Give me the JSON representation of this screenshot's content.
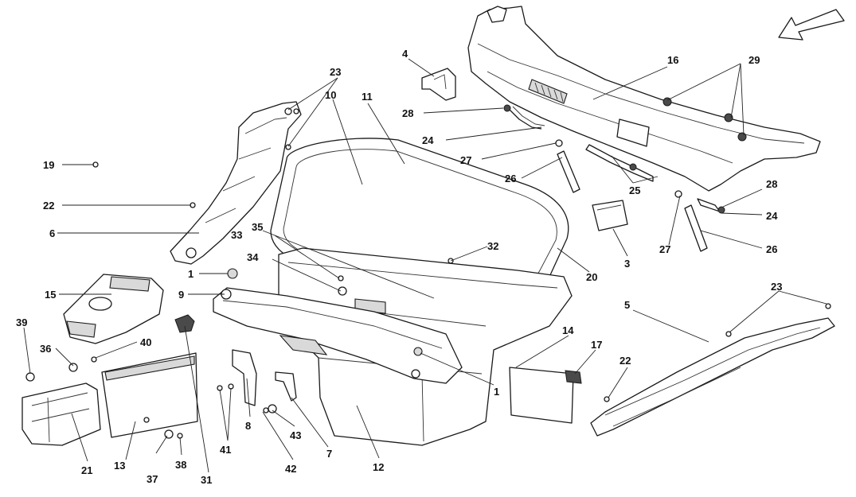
{
  "diagram": {
    "parts": [
      "1",
      "3",
      "4",
      "5",
      "6",
      "7",
      "8",
      "9",
      "10",
      "11",
      "12",
      "13",
      "14",
      "15",
      "16",
      "17",
      "19",
      "20",
      "21",
      "22",
      "23",
      "24",
      "25",
      "26",
      "27",
      "28",
      "29",
      "31",
      "32",
      "33",
      "34",
      "35",
      "36",
      "37",
      "38",
      "39",
      "40",
      "41",
      "42",
      "43"
    ],
    "callouts": [
      {
        "id": "c1a",
        "text": "1"
      },
      {
        "id": "c1b",
        "text": "1"
      },
      {
        "id": "c3",
        "text": "3"
      },
      {
        "id": "c4",
        "text": "4"
      },
      {
        "id": "c5",
        "text": "5"
      },
      {
        "id": "c6",
        "text": "6"
      },
      {
        "id": "c7",
        "text": "7"
      },
      {
        "id": "c8",
        "text": "8"
      },
      {
        "id": "c9",
        "text": "9"
      },
      {
        "id": "c10",
        "text": "10"
      },
      {
        "id": "c11",
        "text": "11"
      },
      {
        "id": "c12",
        "text": "12"
      },
      {
        "id": "c13",
        "text": "13"
      },
      {
        "id": "c14",
        "text": "14"
      },
      {
        "id": "c15",
        "text": "15"
      },
      {
        "id": "c16",
        "text": "16"
      },
      {
        "id": "c17",
        "text": "17"
      },
      {
        "id": "c19",
        "text": "19"
      },
      {
        "id": "c20",
        "text": "20"
      },
      {
        "id": "c21",
        "text": "21"
      },
      {
        "id": "c22a",
        "text": "22"
      },
      {
        "id": "c22b",
        "text": "22"
      },
      {
        "id": "c23a",
        "text": "23"
      },
      {
        "id": "c23b",
        "text": "23"
      },
      {
        "id": "c24a",
        "text": "24"
      },
      {
        "id": "c24b",
        "text": "24"
      },
      {
        "id": "c25",
        "text": "25"
      },
      {
        "id": "c26a",
        "text": "26"
      },
      {
        "id": "c26b",
        "text": "26"
      },
      {
        "id": "c27a",
        "text": "27"
      },
      {
        "id": "c27b",
        "text": "27"
      },
      {
        "id": "c28a",
        "text": "28"
      },
      {
        "id": "c28b",
        "text": "28"
      },
      {
        "id": "c29",
        "text": "29"
      },
      {
        "id": "c31",
        "text": "31"
      },
      {
        "id": "c32",
        "text": "32"
      },
      {
        "id": "c33",
        "text": "33"
      },
      {
        "id": "c34",
        "text": "34"
      },
      {
        "id": "c35",
        "text": "35"
      },
      {
        "id": "c36",
        "text": "36"
      },
      {
        "id": "c37",
        "text": "37"
      },
      {
        "id": "c38",
        "text": "38"
      },
      {
        "id": "c39",
        "text": "39"
      },
      {
        "id": "c40",
        "text": "40"
      },
      {
        "id": "c41",
        "text": "41"
      },
      {
        "id": "c42",
        "text": "42"
      },
      {
        "id": "c43",
        "text": "43"
      }
    ],
    "icons": {
      "direction": "arrow-down-left-icon"
    },
    "colors": {
      "line": "#1a1a1a",
      "fill": "#ffffff",
      "shade": "#d9d9d9"
    }
  }
}
